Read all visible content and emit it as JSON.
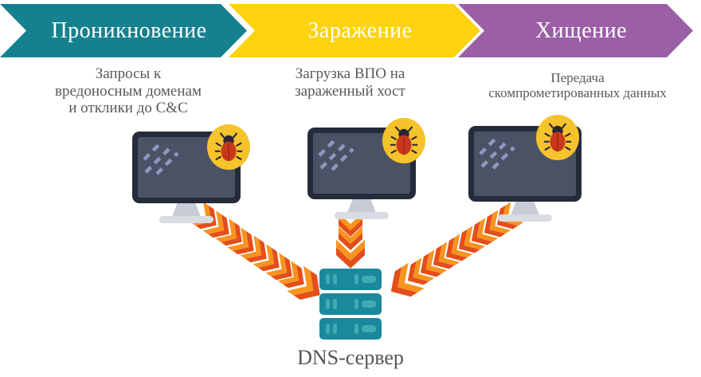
{
  "title": "DNS attack kill-chain diagram",
  "stages": [
    {
      "label": "Проникновение",
      "description": "Запросы к\nвредоносным доменам\nи отклики до C&C",
      "color": "#16818E"
    },
    {
      "label": "Заражение",
      "description": "Загрузка ВПО на\nзараженный хост",
      "color": "#FDD20E"
    },
    {
      "label": "Хищение",
      "description": "Передача\nскомпрометированных данных",
      "color": "#9A5FA5"
    }
  ],
  "server": {
    "label": "DNS-сервер",
    "color": "#19899B"
  },
  "colors": {
    "arrow_orange": "#F7941E",
    "arrow_red": "#E34E1B",
    "bug_badge_yellow": "#F5C32B",
    "bug_body_red": "#C8381B",
    "monitor_frame": "#262B3B",
    "monitor_screen": "#4C5266",
    "description_text": "#595959"
  },
  "icons": {
    "monitor": "computer-monitor-icon",
    "bug": "bug-icon",
    "server": "server-stack-icon",
    "flow_arrow": "chevron-flow-arrow-icon"
  }
}
